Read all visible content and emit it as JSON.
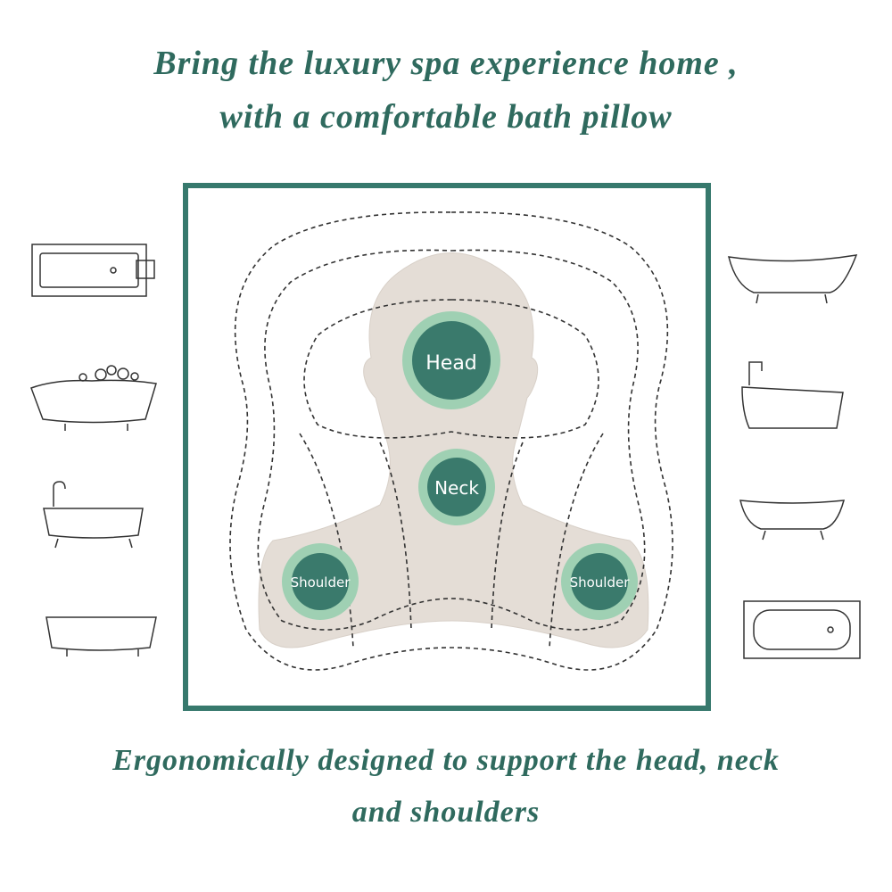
{
  "headline": {
    "line1": "Bring  the luxury spa experience home ,",
    "line2": "with a comfortable bath pillow"
  },
  "diagram": {
    "zones": [
      {
        "label": "Head"
      },
      {
        "label": "Neck"
      },
      {
        "label": "Shoulder"
      },
      {
        "label": "Shoulder"
      }
    ],
    "colors": {
      "frame": "#37796d",
      "zone_fill": "#3a7a6c",
      "zone_ring": "#9fd0b3",
      "body": "#e4ddd6"
    }
  },
  "footer": {
    "line1": "Ergonomically  designed to support  the head, neck",
    "line2": "and shoulders"
  }
}
